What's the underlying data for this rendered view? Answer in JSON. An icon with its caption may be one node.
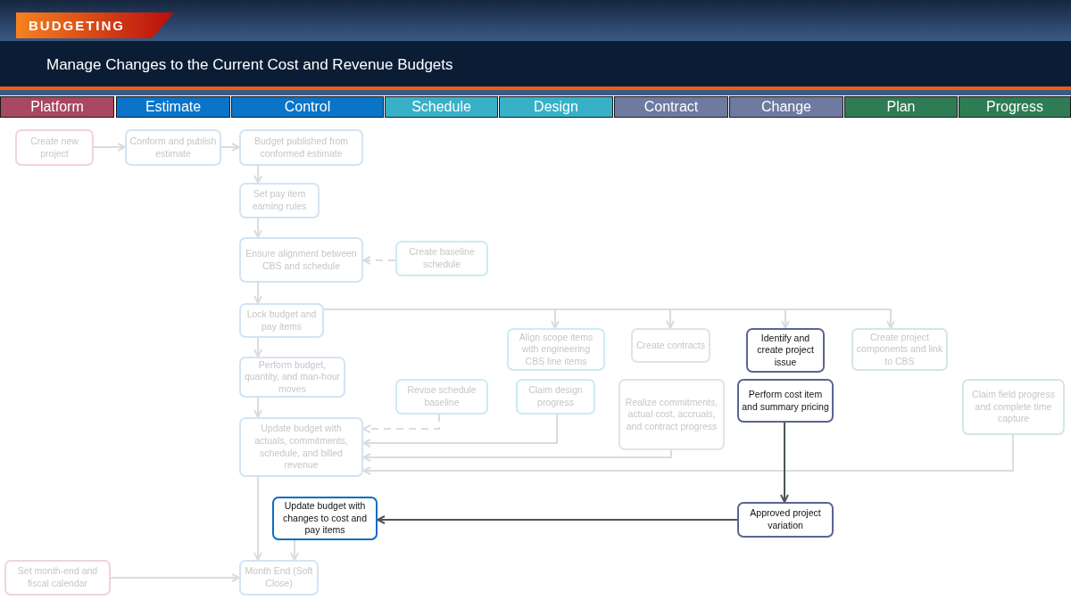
{
  "diagram": {
    "title": "Manage Changes to the Current Cost and Revenue Budgets",
    "nodes": [
      {
        "text": [
          "BUDGETING"
        ]
      },
      {
        "text": [
          "Platform"
        ]
      },
      {
        "text": [
          "Estimate"
        ]
      },
      {
        "text": [
          "Control"
        ]
      },
      {
        "text": [
          "Schedule"
        ]
      },
      {
        "text": [
          "Design"
        ]
      },
      {
        "text": [
          "Contract"
        ]
      },
      {
        "text": [
          "Change"
        ]
      },
      {
        "text": [
          "Plan"
        ]
      },
      {
        "text": [
          "Progress"
        ]
      },
      {
        "text": [
          "Create new project"
        ]
      },
      {
        "text": [
          "Conform and publish estimate"
        ]
      },
      {
        "text": [
          "Budget published from conformed estimate"
        ]
      },
      {
        "text": [
          "Set pay item earning rules"
        ]
      },
      {
        "text": [
          "Ensure alignment between CBS and schedule"
        ]
      },
      {
        "text": [
          "Create baseline schedule"
        ]
      },
      {
        "text": [
          "Lock budget and pay items"
        ]
      },
      {
        "text": [
          "Align scope items with engineering CBS line items"
        ]
      },
      {
        "text": [
          "Create contracts"
        ]
      },
      {
        "text": [
          "Identify and create project issue"
        ]
      },
      {
        "text": [
          "Create project components and link to CBS"
        ]
      },
      {
        "text": [
          "Perform budget, quantity, and man-hour moves"
        ]
      },
      {
        "text": [
          "Revise schedule baseline"
        ]
      },
      {
        "text": [
          "Claim design progress"
        ]
      },
      {
        "text": [
          "Realize commitments, actual cost, accruals, and contract progress"
        ]
      },
      {
        "text": [
          "Perform cost item and summary pricing"
        ]
      },
      {
        "text": [
          "Claim field progress and complete time capture"
        ]
      },
      {
        "text": [
          "Update budget with actuals, commitments, schedule, and billed revenue"
        ]
      },
      {
        "text": [
          "Update budget with changes to cost and pay items"
        ]
      },
      {
        "text": [
          "Approved project variation"
        ]
      },
      {
        "text": [
          "Set month-end and fiscal calendar"
        ]
      },
      {
        "text": [
          "Month End (Soft Close)"
        ]
      }
    ],
    "edges": [
      {
        "from": 10,
        "to": 11,
        "arrow": "to"
      },
      {
        "from": 11,
        "to": 12,
        "arrow": "to"
      },
      {
        "from": 12,
        "to": 13,
        "arrow": "to"
      },
      {
        "from": 13,
        "to": 14,
        "arrow": "to"
      },
      {
        "from": 15,
        "to": 14,
        "arrow": "to",
        "style": "dashed"
      },
      {
        "from": 14,
        "to": 16,
        "arrow": "to"
      },
      {
        "from": 16,
        "to": 17,
        "arrow": "to"
      },
      {
        "from": 16,
        "to": 18,
        "arrow": "to"
      },
      {
        "from": 16,
        "to": 19,
        "arrow": "to"
      },
      {
        "from": 16,
        "to": 20,
        "arrow": "to"
      },
      {
        "from": 16,
        "to": 21,
        "arrow": "to"
      },
      {
        "from": 21,
        "to": 27,
        "arrow": "to"
      },
      {
        "from": 22,
        "to": 27,
        "arrow": "to",
        "style": "dashed"
      },
      {
        "from": 23,
        "to": 27,
        "arrow": "to"
      },
      {
        "from": 24,
        "to": 27,
        "arrow": "to"
      },
      {
        "from": 26,
        "to": 27,
        "arrow": "to"
      },
      {
        "from": 27,
        "to": 31,
        "arrow": "to"
      },
      {
        "from": 28,
        "to": 31,
        "arrow": "to"
      },
      {
        "from": 30,
        "to": 31,
        "arrow": "to"
      },
      {
        "from": 25,
        "to": 29,
        "arrow": "to",
        "color": "#4a5558"
      },
      {
        "from": 29,
        "to": 28,
        "arrow": "to",
        "color": "#4a5558"
      }
    ]
  }
}
